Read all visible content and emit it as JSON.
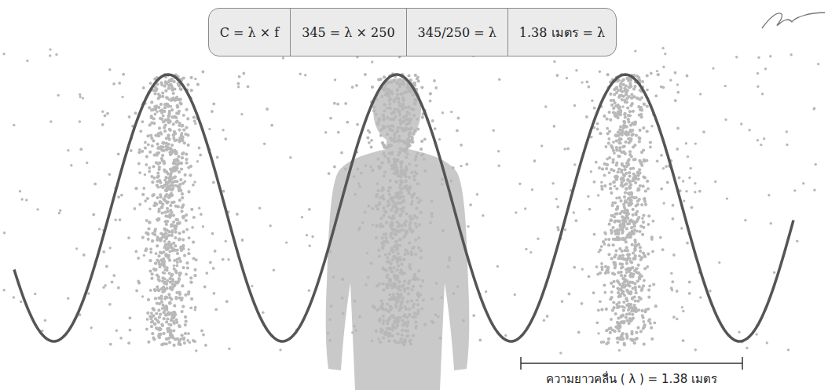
{
  "diagram": {
    "nodes": [
      {
        "text": [
          "C = λ × f",
          "345 = λ × 250",
          "345/250 = λ",
          "1.38 เมตร = λ"
        ]
      }
    ],
    "labels": [
      "ความยาวคลื่น ( λ ) = 1.38 เมตร"
    ]
  }
}
